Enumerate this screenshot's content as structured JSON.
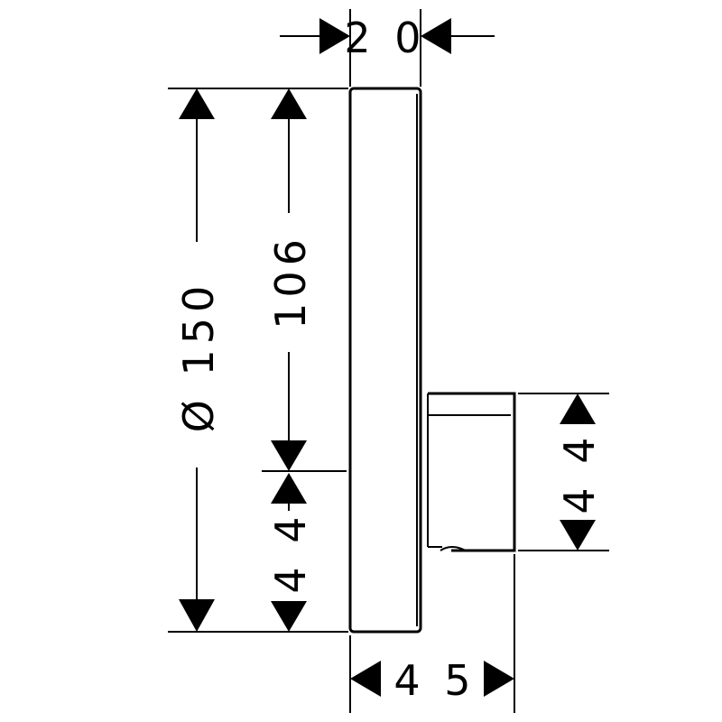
{
  "dimensions": {
    "depth_top": "2 0",
    "diameter": "Ø 150",
    "height_upper": "106",
    "height_lower": "4 4",
    "connector_height": "4 4",
    "total_depth": "4 5"
  },
  "colors": {
    "ink": "#000000",
    "background": "#ffffff"
  }
}
